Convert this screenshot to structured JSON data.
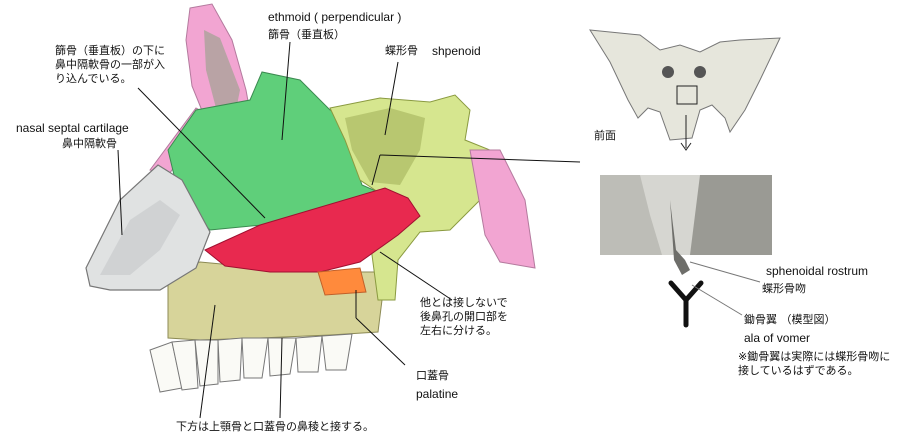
{
  "labels": {
    "ethmoid_en": "ethmoid ( perpendicular )",
    "ethmoid_ja": "篩骨（垂直板）",
    "ethmoid_note": "篩骨（垂直板）の下に\n鼻中隔軟骨の一部が入\nり込んでいる。",
    "sphenoid_ja": "蝶形骨",
    "sphenoid_en": "shpenoid",
    "cartilage_en": "nasal septal cartilage",
    "cartilage_ja": "鼻中隔軟骨",
    "front_view": "前面",
    "rostrum_en": "sphenoidal rostrum",
    "rostrum_ja": "蝶形骨吻",
    "ala_ja": "鋤骨翼 （模型図）",
    "ala_en": "ala of vomer",
    "ala_note": "※鋤骨翼は実際には蝶形骨吻に\n接しているはずである。",
    "vomer_note": "他とは接しないで\n後鼻孔の開口部を\n左右に分ける。",
    "palatine_ja": "口蓋骨",
    "palatine_en": "palatine",
    "bottom_note": "下方は上顎骨と口蓋骨の鼻稜と接する。"
  },
  "colors": {
    "ethmoid": "#5fcf7a",
    "vomer": "#e8294f",
    "sphenoid": "#d6e68f",
    "maxilla": "#d7d49a",
    "nasal": "#f2a5d2",
    "cartilage": "#e0e2e2",
    "palatine": "#ff8a3c"
  }
}
